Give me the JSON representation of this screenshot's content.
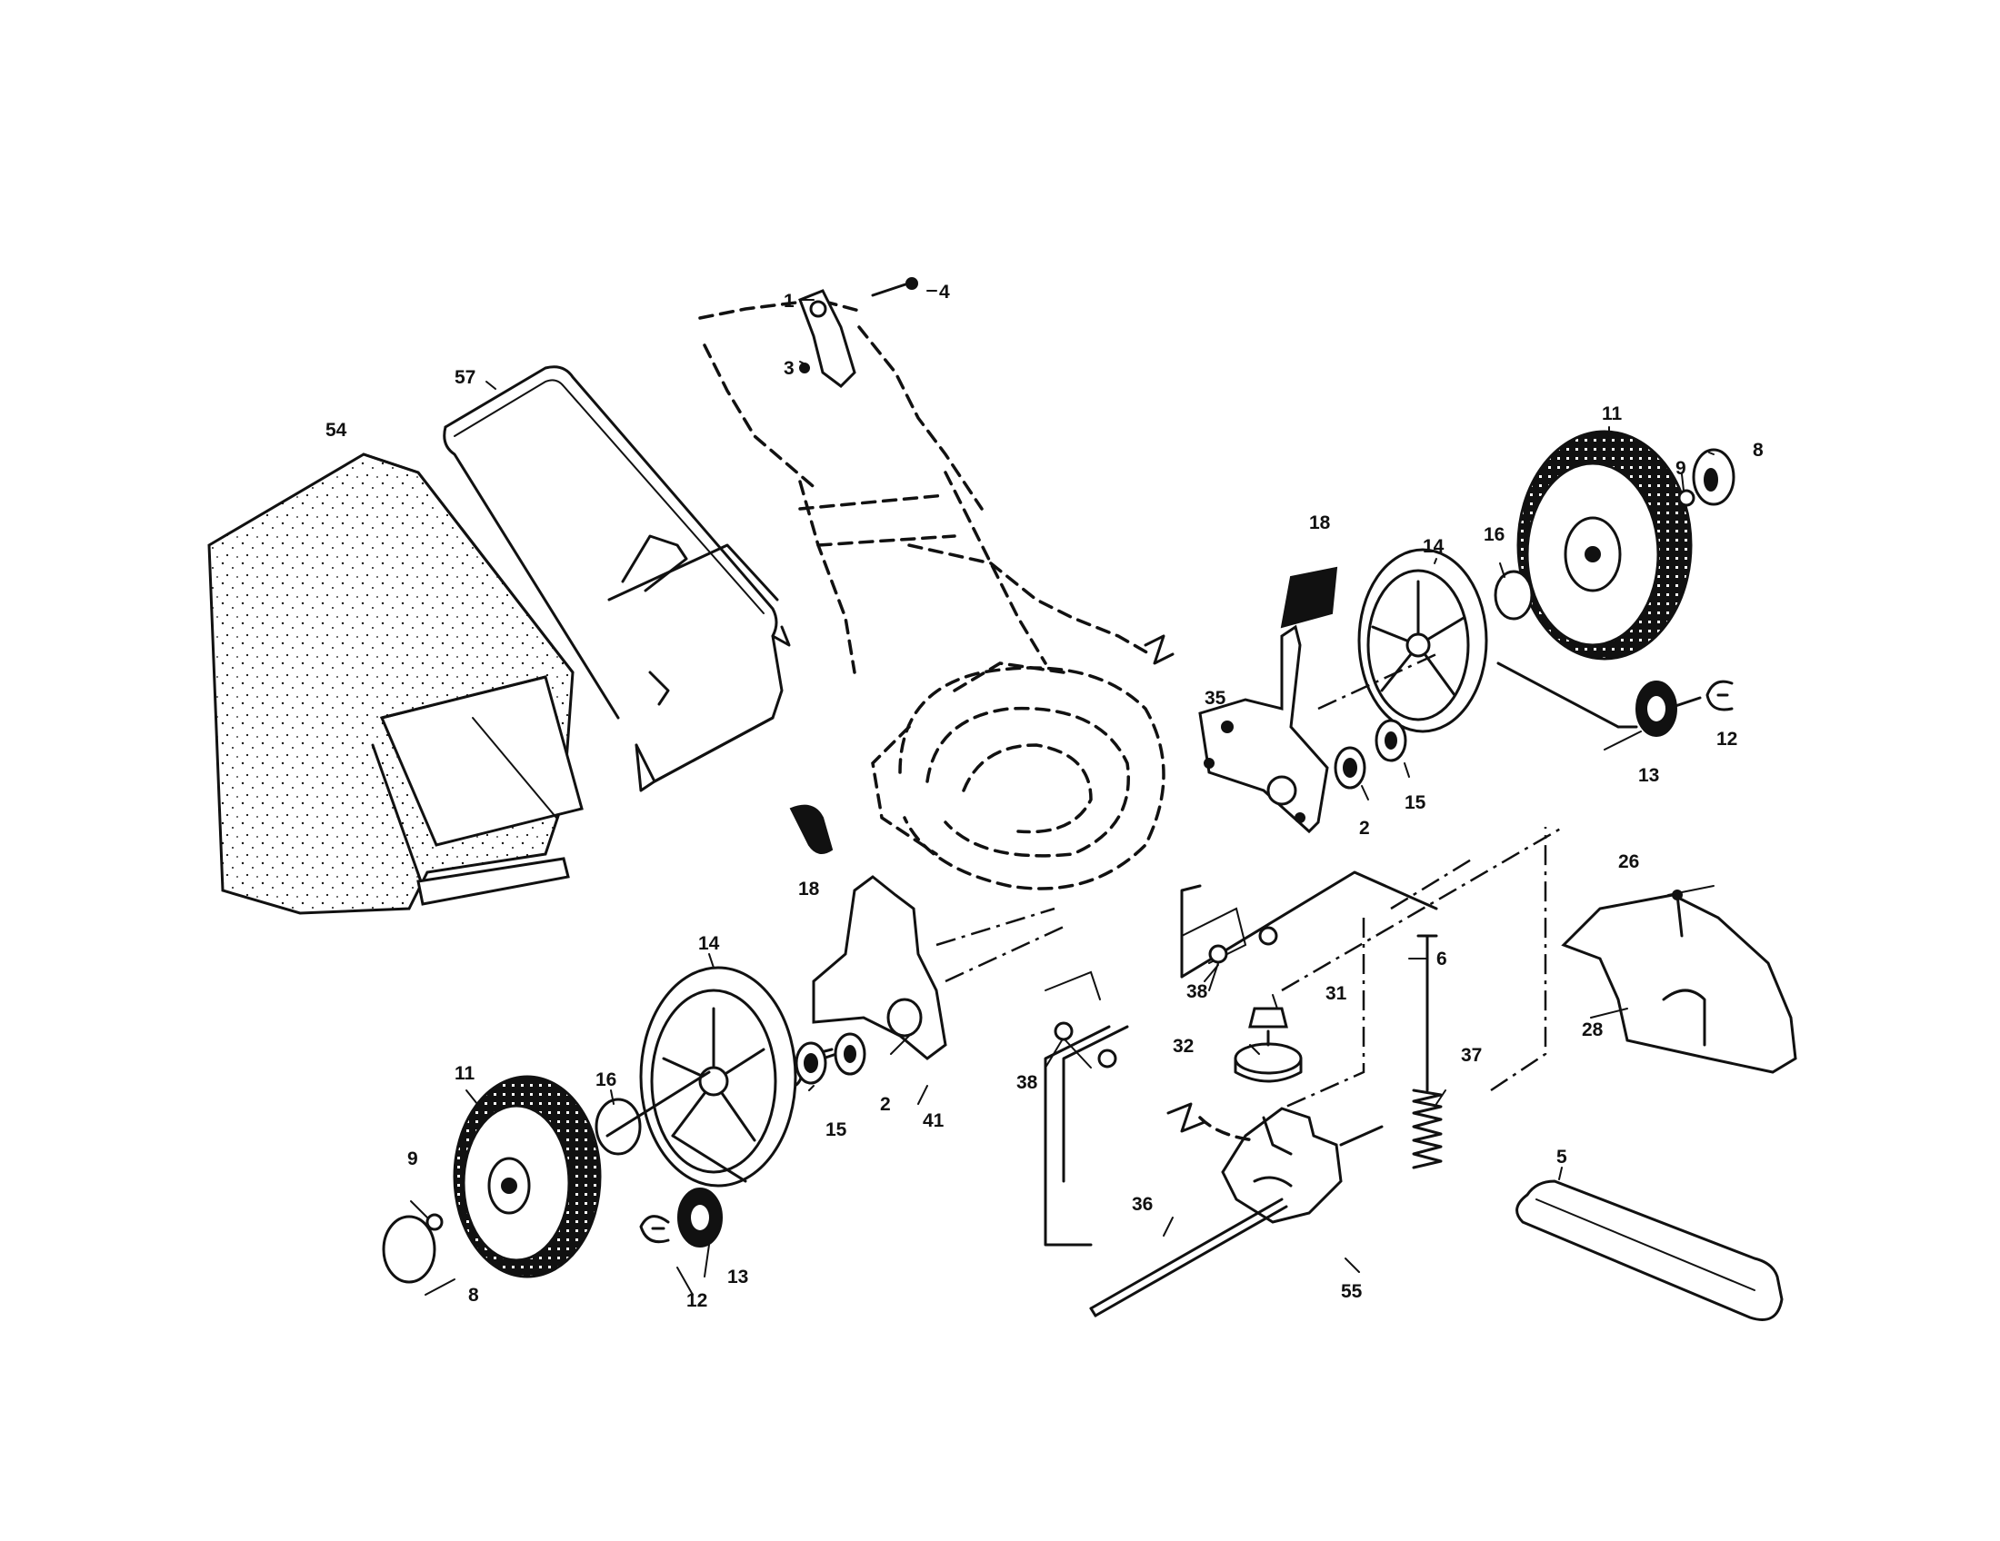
{
  "labels": [
    {
      "id": "l1",
      "text": "1"
    },
    {
      "id": "l3",
      "text": "3"
    },
    {
      "id": "l4",
      "text": "4"
    },
    {
      "id": "l57",
      "text": "57"
    },
    {
      "id": "l54",
      "text": "54"
    },
    {
      "id": "l11r",
      "text": "11"
    },
    {
      "id": "l9r",
      "text": "9"
    },
    {
      "id": "l8r",
      "text": "8"
    },
    {
      "id": "l18t",
      "text": "18"
    },
    {
      "id": "l14r",
      "text": "14"
    },
    {
      "id": "l16r",
      "text": "16"
    },
    {
      "id": "l35",
      "text": "35"
    },
    {
      "id": "l12r",
      "text": "12"
    },
    {
      "id": "l13r",
      "text": "13"
    },
    {
      "id": "l2r",
      "text": "2"
    },
    {
      "id": "l15r",
      "text": "15"
    },
    {
      "id": "l18b",
      "text": "18"
    },
    {
      "id": "l26",
      "text": "26"
    },
    {
      "id": "l14l",
      "text": "14"
    },
    {
      "id": "l6",
      "text": "6"
    },
    {
      "id": "l38r",
      "text": "38"
    },
    {
      "id": "l31",
      "text": "31"
    },
    {
      "id": "l28",
      "text": "28"
    },
    {
      "id": "l37",
      "text": "37"
    },
    {
      "id": "l32",
      "text": "32"
    },
    {
      "id": "l11l",
      "text": "11"
    },
    {
      "id": "l16l",
      "text": "16"
    },
    {
      "id": "l38l",
      "text": "38"
    },
    {
      "id": "l41",
      "text": "41"
    },
    {
      "id": "l2l",
      "text": "2"
    },
    {
      "id": "l15l",
      "text": "15"
    },
    {
      "id": "l9l",
      "text": "9"
    },
    {
      "id": "l5",
      "text": "5"
    },
    {
      "id": "l36",
      "text": "36"
    },
    {
      "id": "l13l",
      "text": "13"
    },
    {
      "id": "l8l",
      "text": "8"
    },
    {
      "id": "l12l",
      "text": "12"
    },
    {
      "id": "l55",
      "text": "55"
    }
  ]
}
